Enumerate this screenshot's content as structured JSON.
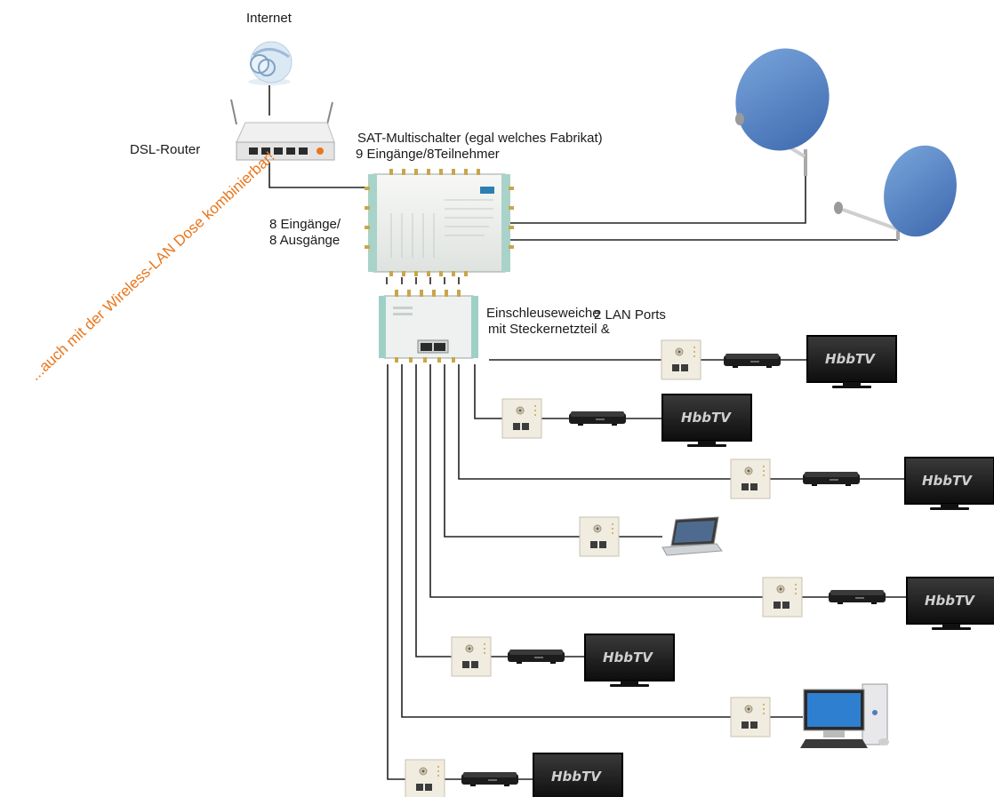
{
  "labels": {
    "internet": "Internet",
    "router": "DSL-Router",
    "switch_title": "SAT-Multischalter  (egal welches Fabrikat)",
    "switch_sub": "9 Eingänge/8Teilnehmer",
    "inputs_1": "8 Eingänge/",
    "inputs_2": "8 Ausgänge",
    "insert_1": "Einschleuseweiche",
    "insert_2": "mit Steckernetzteil &",
    "lan_ports": "2 LAN Ports",
    "diagonal": "...auch mit der Wireless-LAN Dose kombinierbar!"
  },
  "tv_brand": "HbbTV",
  "colors": {
    "dish": "#4d7dc4",
    "orange_note": "#e8761d",
    "line": "#222222",
    "device_green": "#9fd0c6"
  },
  "icons": [
    "globe-icon",
    "router-icon",
    "multiswitch-icon",
    "sat-dish-icon",
    "lan-socket-icon",
    "set-top-box-icon",
    "tv-icon",
    "laptop-icon",
    "desktop-pc-icon"
  ]
}
